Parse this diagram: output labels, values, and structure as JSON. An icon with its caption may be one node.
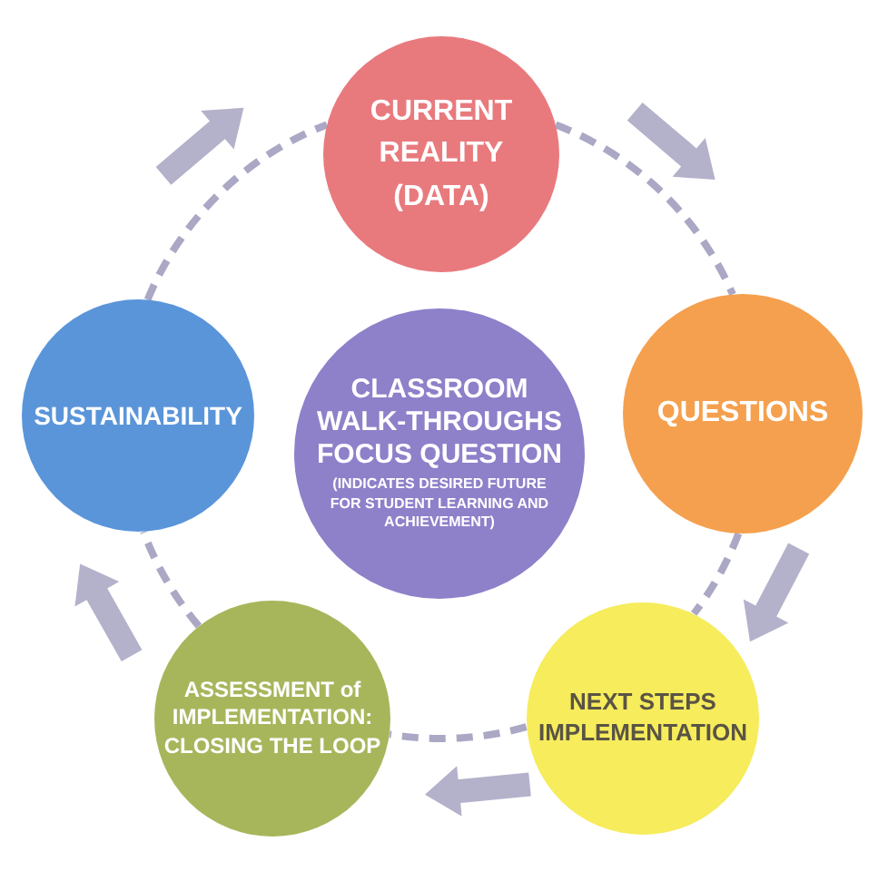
{
  "diagram": {
    "nodes": [
      {
        "text": [
          "CURRENT REALITY (DATA)"
        ]
      },
      {
        "text": [
          "SUSTAINABILITY"
        ]
      },
      {
        "text": [
          "CLASSROOM WALK-THROUGHS FOCUS QUESTION",
          "(INDICATES DESIRED FUTURE FOR STUDENT LEARNING AND ACHIEVEMENT)"
        ]
      },
      {
        "text": [
          "QUESTIONS"
        ]
      },
      {
        "text": [
          "ASSESSMENT of IMPLEMENTATION: CLOSING THE LOOP"
        ]
      },
      {
        "text": [
          "NEXT STEPS IMPLEMENTATION"
        ]
      }
    ],
    "edges": [
      {
        "from": 0,
        "to": 3,
        "arrow": "none",
        "style": "dashed"
      },
      {
        "from": 3,
        "to": 5,
        "arrow": "none",
        "style": "dashed"
      },
      {
        "from": 5,
        "to": 4,
        "arrow": "none",
        "style": "dashed"
      },
      {
        "from": 4,
        "to": 1,
        "arrow": "none",
        "style": "dashed"
      },
      {
        "from": 1,
        "to": 0,
        "arrow": "none",
        "style": "dashed"
      }
    ]
  }
}
